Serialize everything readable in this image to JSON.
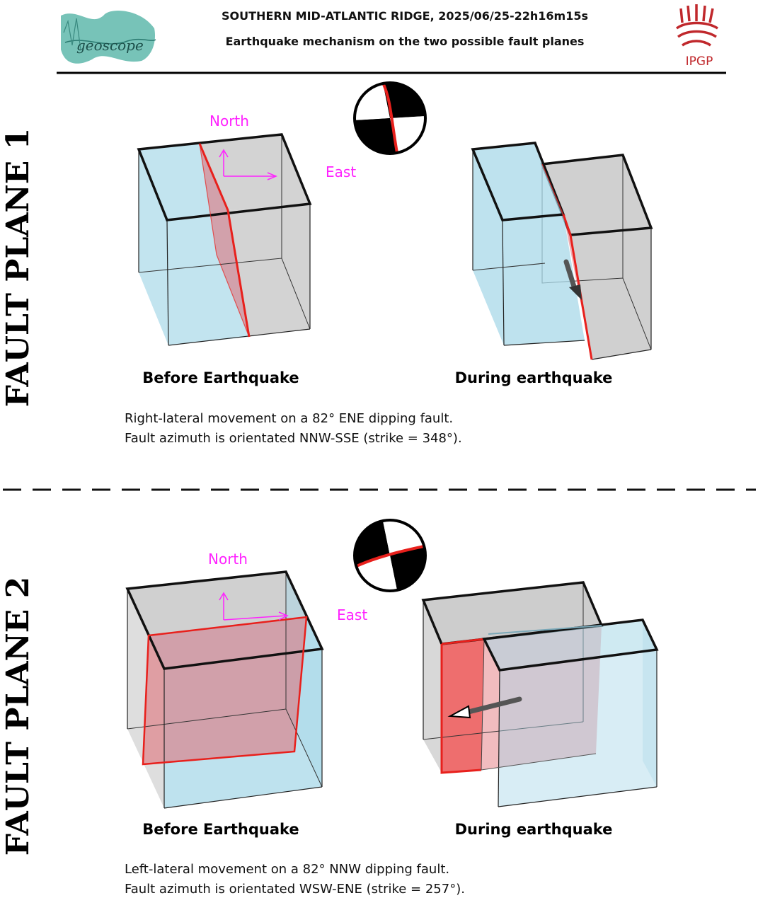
{
  "header": {
    "title": "SOUTHERN MID-ATLANTIC RIDGE, 2025/06/25-22h16m15s",
    "subtitle": "Earthquake mechanism on the two possible fault planes",
    "left_logo_text": "geoscope",
    "right_logo_text": "IPGP"
  },
  "colors": {
    "block_blue": "#a8d8e8",
    "block_grey": "#c8c8c8",
    "fault_red": "#e8201c",
    "fault_fill": "#e06a72",
    "compass_magenta": "#ff22ff",
    "ipgp_red": "#c0282c"
  },
  "panels": [
    {
      "side_label": "FAULT PLANE 1",
      "north_label": "North",
      "east_label": "East",
      "before_label": "Before Earthquake",
      "during_label": "During earthquake",
      "description_line1": "Right-lateral movement on a 82° ENE dipping fault.",
      "description_line2": "Fault azimuth is orientated NNW-SSE (strike = 348°)."
    },
    {
      "side_label": "FAULT PLANE 2",
      "north_label": "North",
      "east_label": "East",
      "before_label": "Before Earthquake",
      "during_label": "During earthquake",
      "description_line1": "Left-lateral movement on a 82° NNW dipping fault.",
      "description_line2": "Fault azimuth is orientated WSW-ENE (strike = 257°)."
    }
  ]
}
